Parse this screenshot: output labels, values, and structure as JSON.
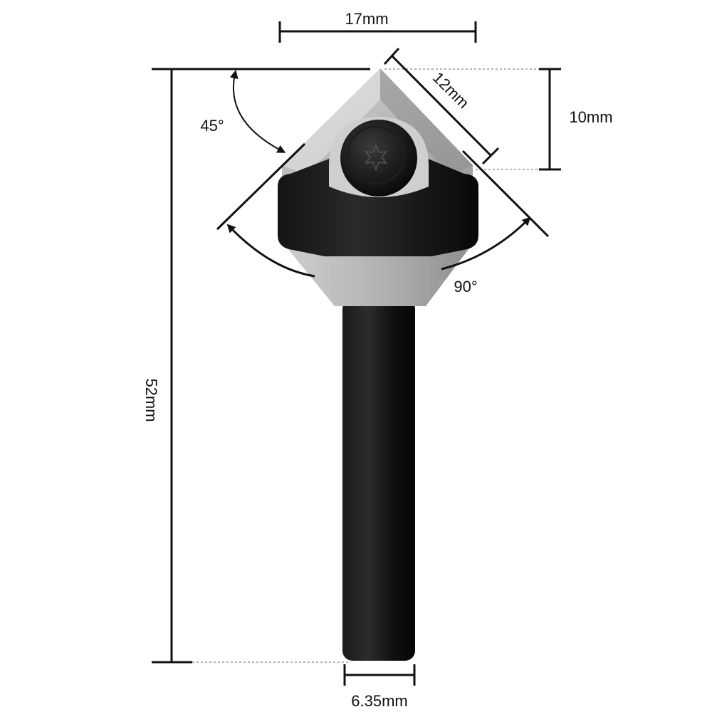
{
  "colors": {
    "tool_body": "#0f0f10",
    "insert": "#b9b9b9",
    "line": "#111111",
    "guide": "#9a9a9a"
  },
  "dimensions": {
    "width_top": "17mm",
    "edge_length": "12mm",
    "insert_height": "10mm",
    "tip_angle_half": "45°",
    "included_angle": "90°",
    "total_length": "52mm",
    "shank_diameter": "6.35mm"
  },
  "icons": {
    "screw": "torx-screw-icon"
  }
}
